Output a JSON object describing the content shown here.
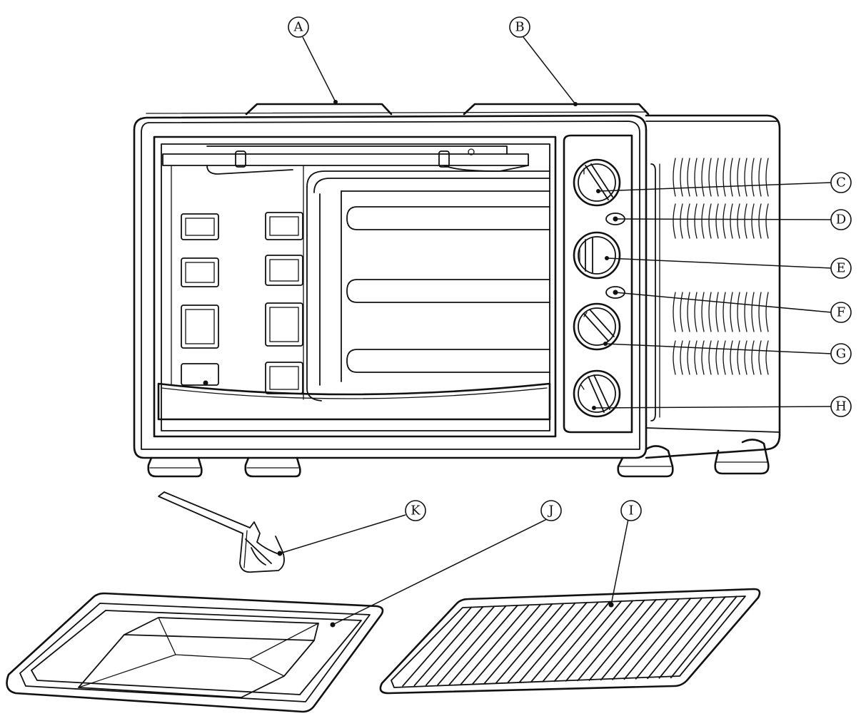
{
  "callouts": {
    "A": "A",
    "B": "B",
    "C": "C",
    "D": "D",
    "E": "E",
    "F": "F",
    "G": "G",
    "H": "H",
    "I": "I",
    "J": "J",
    "K": "K"
  }
}
